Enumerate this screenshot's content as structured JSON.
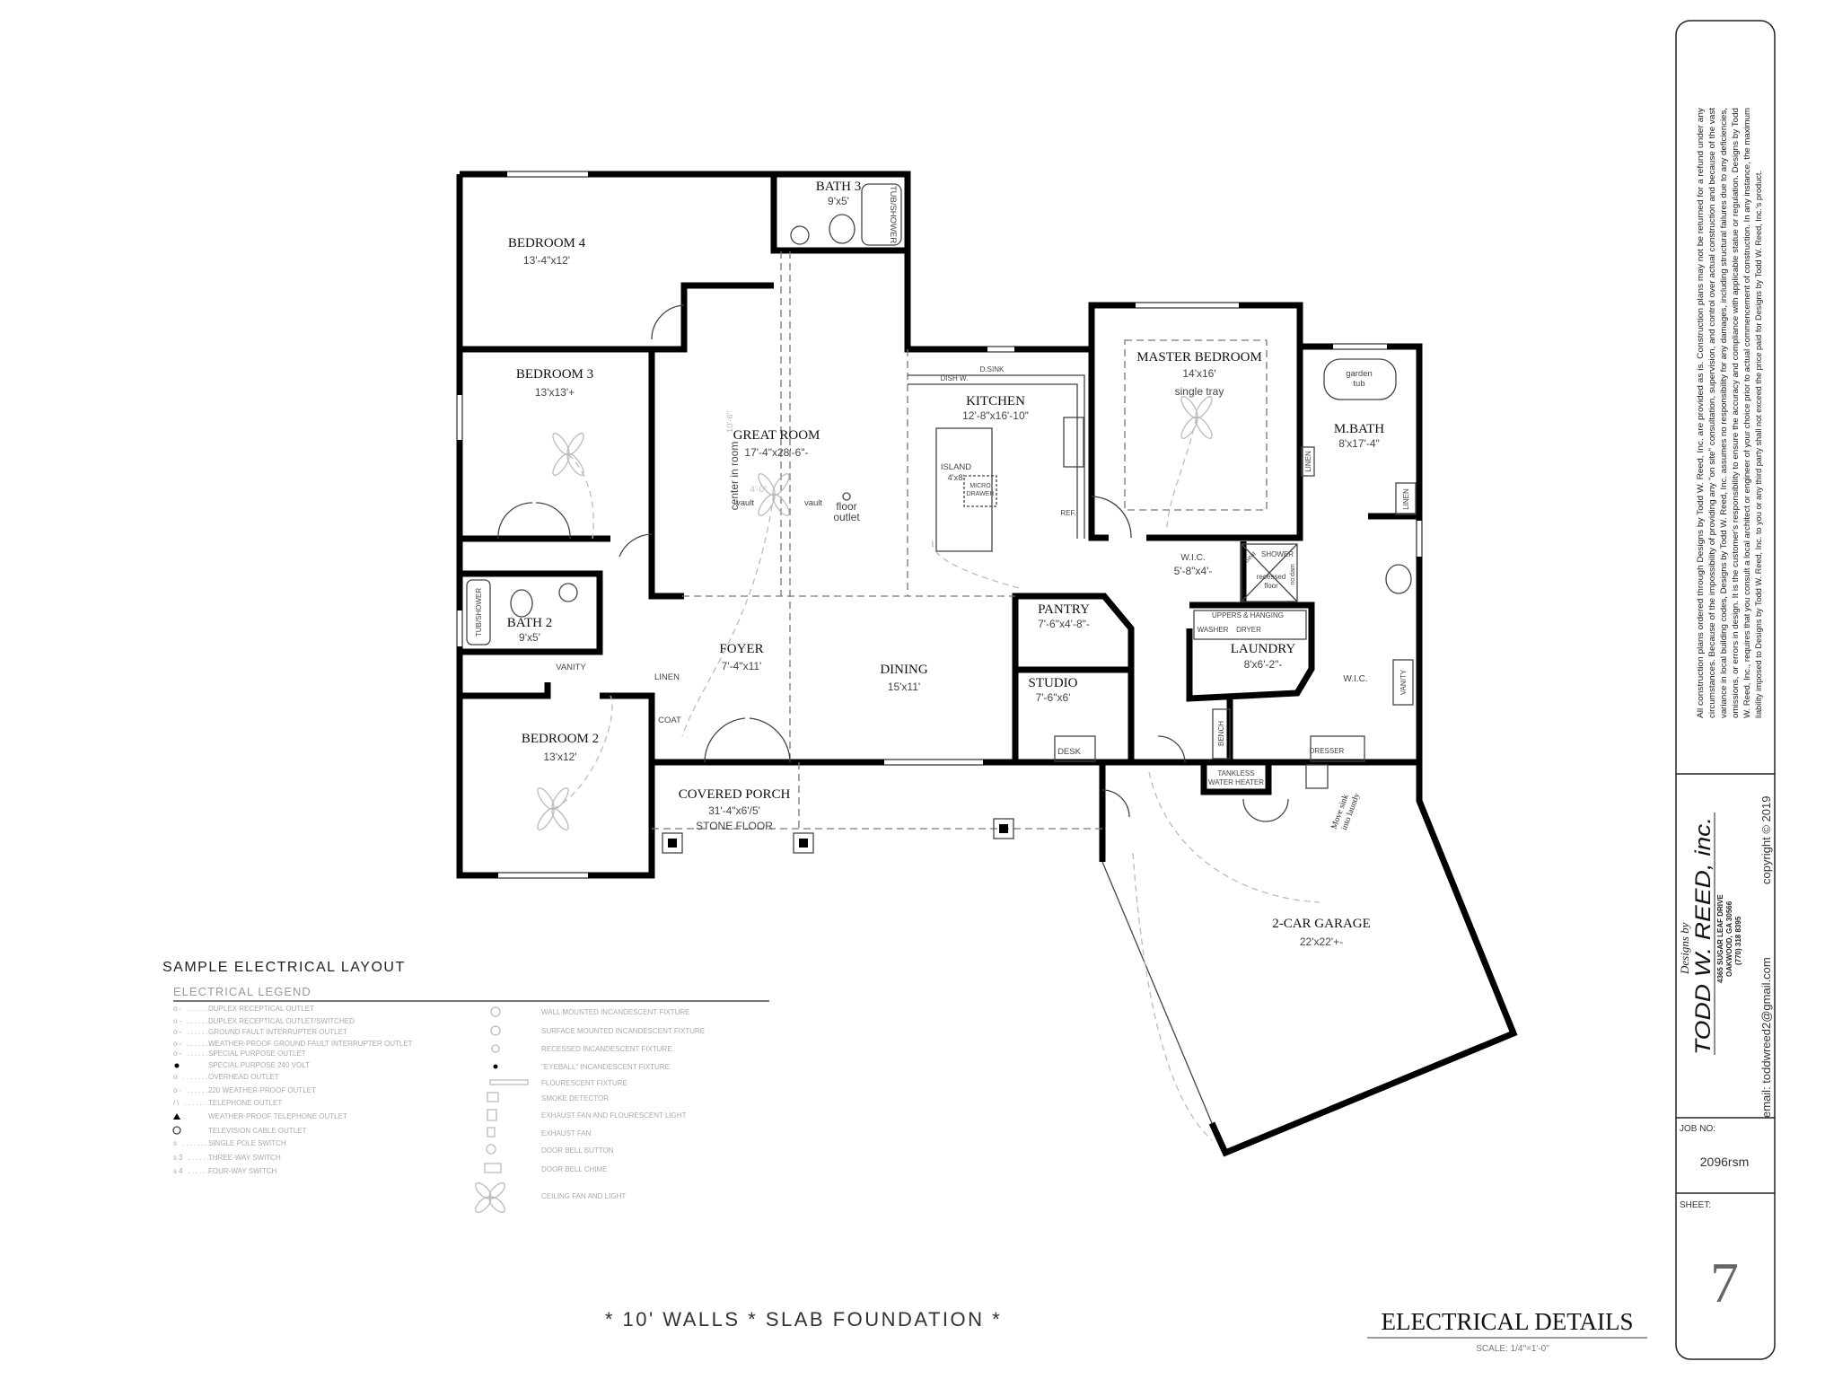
{
  "rooms": {
    "bedroom4": {
      "name": "BEDROOM 4",
      "dims": "13'-4\"x12'"
    },
    "bath3": {
      "name": "BATH 3",
      "dims": "9'x5'",
      "fixture": "TUB/SHOWER"
    },
    "bedroom3": {
      "name": "BEDROOM 3",
      "dims": "13'x13'+"
    },
    "great_room": {
      "name": "GREAT ROOM",
      "dims": "17'-4\"x28'-6\"-",
      "note": "center in room",
      "vault_left": "vault",
      "vault_right": "vault",
      "floor_outlet_1": "floor",
      "floor_outlet_2": "outlet",
      "dim_vertical": "10'-6\"",
      "dim_horizontal": "4'-0\""
    },
    "kitchen": {
      "name": "KITCHEN",
      "dims": "12'-8\"x16'-10\"",
      "island": "ISLAND",
      "island_dims": "4'x8'",
      "micro_1": "MICRO",
      "micro_2": "DRAWER",
      "dsink": "D.SINK",
      "dishw": "DISH W.",
      "ref": "REF."
    },
    "master_bedroom": {
      "name": "MASTER BEDROOM",
      "dims": "14'x16'",
      "note": "single tray"
    },
    "mbath": {
      "name": "M.BATH",
      "dims": "8'x17'-4\"",
      "tub_1": "garden",
      "tub_2": "tub",
      "linen_1": "LINEN",
      "linen_2": "LINEN"
    },
    "wic_master": {
      "name": "W.I.C.",
      "dims": "5'-8\"x4'-"
    },
    "shower": {
      "name": "SHOWER",
      "seat": "Seat",
      "note_1": "recessed",
      "note_2": "floor",
      "no_dam": "no dam"
    },
    "pantry": {
      "name": "PANTRY",
      "dims": "7'-6\"x4'-8\"-"
    },
    "laundry": {
      "name": "LAUNDRY",
      "dims": "8'x6'-2\"-",
      "uppers": "UPPERS & HANGING",
      "washer": "WASHER",
      "dryer": "DRYER"
    },
    "wic2": {
      "name": "W.I.C.",
      "vanity": "VANITY",
      "dresser": "DRESSER",
      "bench": "BENCH"
    },
    "studio": {
      "name": "STUDIO",
      "dims": "7'-6\"x6'",
      "desk": "DESK"
    },
    "tankless": {
      "line1": "TANKLESS",
      "line2": "WATER HEATER"
    },
    "garage": {
      "name": "2-CAR GARAGE",
      "dims": "22'x22'+-",
      "note_1": "Move sink",
      "note_2": "into laundy"
    },
    "dining": {
      "name": "DINING",
      "dims": "15'x11'"
    },
    "foyer": {
      "name": "FOYER",
      "dims": "7'-4\"x11'"
    },
    "bath2": {
      "name": "BATH 2",
      "dims": "9'x5'",
      "fixture": "TUB/SHOWER",
      "vanity": "VANITY"
    },
    "linen": {
      "name": "LINEN"
    },
    "coat": {
      "name": "COAT"
    },
    "bedroom2": {
      "name": "BEDROOM 2",
      "dims": "13'x12'"
    },
    "porch": {
      "name": "COVERED PORCH",
      "dims": "31'-4\"x6'/5'",
      "note": "STONE FLOOR"
    }
  },
  "legend": {
    "title": "SAMPLE ELECTRICAL LAYOUT",
    "heading": "ELECTRICAL LEGEND",
    "left_items": [
      "DUPLEX RECEPTICAL OUTLET",
      "DUPLEX RECEPTICAL OUTLET/SWITCHED",
      "GROUND FAULT INTERRUPTER OUTLET",
      "WEATHER-PROOF GROUND FAULT INTERRUPTER OUTLET",
      "SPECIAL PURPOSE OUTLET",
      "SPECIAL PURPOSE 240 VOLT",
      "OVERHEAD OUTLET",
      "220 WEATHER-PROOF OUTLET",
      "TELEPHONE OUTLET",
      "WEATHER-PROOF TELEPHONE OUTLET",
      "TELEVISION CABLE OUTLET",
      "SINGLE POLE SWITCH",
      "THREE-WAY SWITCH",
      "FOUR-WAY SWITCH"
    ],
    "right_items": [
      "WALL MOUNTED INCANDESCENT FIXTURE",
      "SURFACE MOUNTED INCANDESCENT FIXTURE",
      "RECESSED INCANDESCENT FIXTURE",
      "\"EYEBALL\" INCANDESCENT FIXTURE",
      "FLOURESCENT FIXTURE",
      "SMOKE DETECTOR",
      "EXHAUST FAN AND FLOURESCENT LIGHT",
      "EXHAUST FAN",
      "DOOR BELL BUTTON",
      "DOOR BELL CHIME",
      "CEILING FAN AND LIGHT"
    ]
  },
  "footer": {
    "notes": "* 10' WALLS * SLAB FOUNDATION *",
    "sheet_title": "ELECTRICAL DETAILS",
    "scale": "SCALE: 1/4\"=1'-0\""
  },
  "title_block": {
    "disclaimer": [
      "All construction plans ordered through Designs by Todd W. Reed, Inc. are provided as is.  Construction plans may not be returned for a refund under any",
      "circumstances.  Because of the impossibility of providing any \"on site\" consultation, supervision, and control over actual construction and because of the vast",
      "variance in local building codes, Designs by Todd W. Reed, Inc. assumes no responsibility for any damages, including structural failures due to any deficiencies,",
      "omissions, or errors in design.  It is the customer's responsibility to ensure the accuracy and compliance with applicable statue or regulation.  Designs by Todd",
      "W. Reed, Inc., requires that you consult a local architect or engineer of your choice prior to actual commencement of construction.  In any instance, the maximum",
      "liability imposed to Designs by Todd W. Reed, Inc. to you or any third party shall not exceed the price paid for Designs by Todd W. Reed, Inc.'s product."
    ],
    "designs_by": "Designs by",
    "company": "TODD W. REED, inc.",
    "address_1": "4365 SUGAR LEAF DRIVE",
    "address_2": "OAKWOOD, GA 30566",
    "phone": "(770) 318 8395",
    "copyright": "copyright © 2019",
    "email": "email: toddwreed2@gmail.com",
    "job_no_label": "JOB NO:",
    "job_no": "2096rsm",
    "sheet_label": "SHEET:",
    "sheet": "7"
  }
}
